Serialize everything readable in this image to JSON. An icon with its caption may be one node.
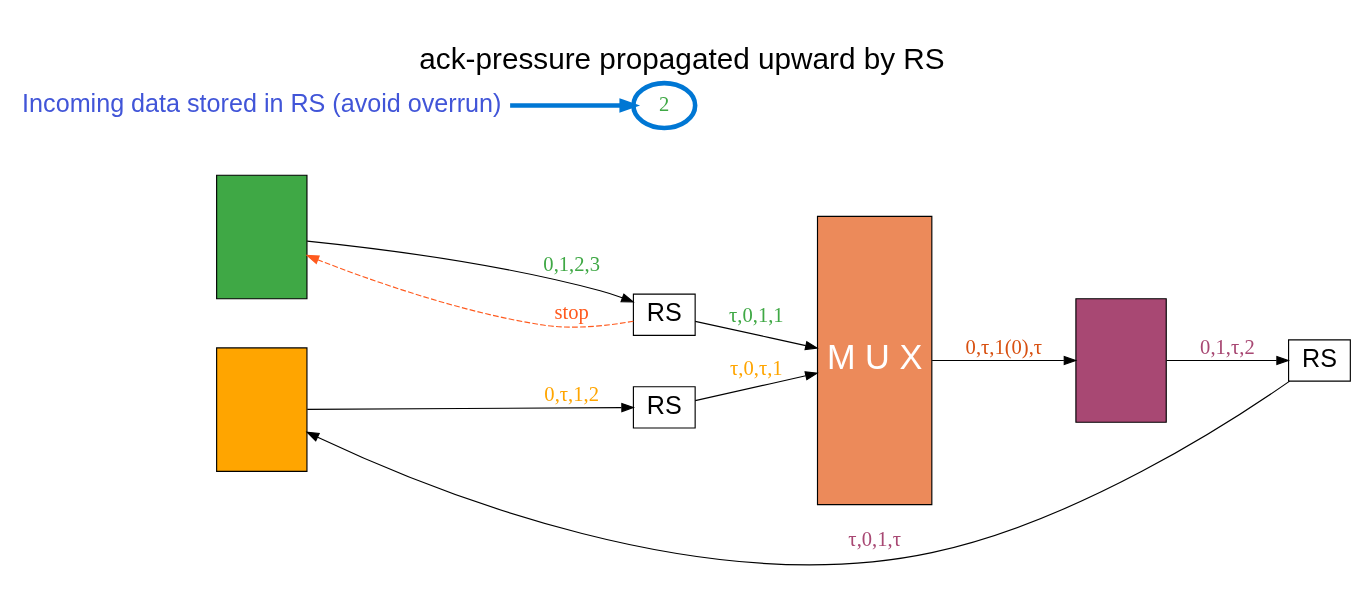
{
  "diagram": {
    "title": "ack-pressure propagated upward by RS",
    "nodes": [
      {
        "text": [],
        "shape": "box"
      },
      {
        "text": [
          "RS"
        ]
      },
      {
        "text": [],
        "shape": "box"
      },
      {
        "text": [
          "RS"
        ]
      },
      {
        "text": [
          "M U X"
        ]
      },
      {
        "text": [],
        "shape": "box"
      },
      {
        "text": [
          "RS"
        ]
      },
      {
        "text": [
          "2"
        ]
      },
      {
        "text": [
          "Incoming data stored in RS (avoid overrun)"
        ]
      }
    ],
    "edges": [
      {
        "from": 0,
        "to": 1,
        "arrow": "to",
        "label": "0,1,2,3"
      },
      {
        "from": 1,
        "to": 0,
        "arrow": "to",
        "label": "stop",
        "style": "dashed",
        "color": "#ff5a1e"
      },
      {
        "from": 1,
        "to": 4,
        "arrow": "to",
        "label": "τ,0,1,1"
      },
      {
        "from": 2,
        "to": 3,
        "arrow": "to",
        "label": "0,τ,1,2"
      },
      {
        "from": 3,
        "to": 4,
        "arrow": "to",
        "label": "τ,0,τ,1"
      },
      {
        "from": 4,
        "to": 5,
        "arrow": "to",
        "label": "0,τ,1(0),τ"
      },
      {
        "from": 5,
        "to": 6,
        "arrow": "to",
        "label": "0,1,τ,2"
      },
      {
        "from": 6,
        "to": 2,
        "arrow": "to",
        "label": "τ,0,1,τ"
      },
      {
        "from": 8,
        "to": 7,
        "arrow": "to",
        "style": "thick",
        "color": "#0077d4"
      }
    ]
  }
}
